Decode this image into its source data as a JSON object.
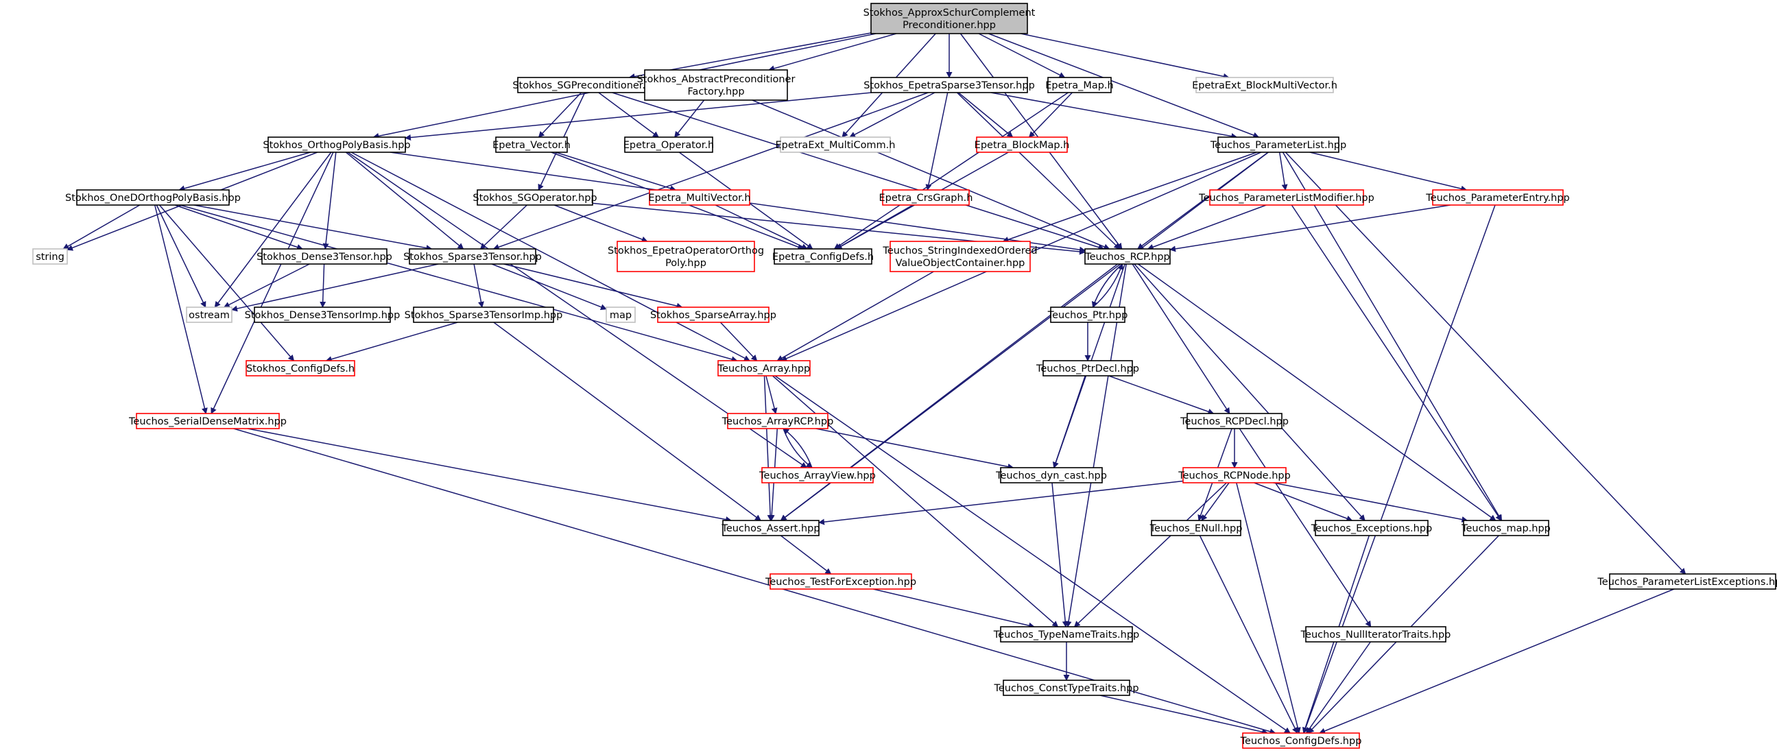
{
  "colors": {
    "edge": "#191970",
    "border_normal": "#000000",
    "border_incomplete": "#ff0000",
    "border_external": "#bfbfbf",
    "root_fill": "#bfbfbf",
    "node_fill": "#ffffff"
  },
  "nodes": [
    {
      "id": "root",
      "lines": [
        "Stokhos_ApproxSchurComplement",
        "Preconditioner.hpp"
      ],
      "kind": "root"
    },
    {
      "id": "sgprec",
      "lines": [
        "Stokhos_SGPreconditioner.hpp"
      ],
      "kind": "normal"
    },
    {
      "id": "abspf",
      "lines": [
        "Stokhos_AbstractPreconditioner",
        "Factory.hpp"
      ],
      "kind": "normal"
    },
    {
      "id": "eps3t",
      "lines": [
        "Stokhos_EpetraSparse3Tensor.hpp"
      ],
      "kind": "normal"
    },
    {
      "id": "epmap",
      "lines": [
        "Epetra_Map.h"
      ],
      "kind": "normal"
    },
    {
      "id": "epbmv",
      "lines": [
        "EpetraExt_BlockMultiVector.h"
      ],
      "kind": "external"
    },
    {
      "id": "opb",
      "lines": [
        "Stokhos_OrthogPolyBasis.hpp"
      ],
      "kind": "normal"
    },
    {
      "id": "epvec",
      "lines": [
        "Epetra_Vector.h"
      ],
      "kind": "normal"
    },
    {
      "id": "epop",
      "lines": [
        "Epetra_Operator.h"
      ],
      "kind": "normal"
    },
    {
      "id": "epmc",
      "lines": [
        "EpetraExt_MultiComm.h"
      ],
      "kind": "external"
    },
    {
      "id": "epbmap",
      "lines": [
        "Epetra_BlockMap.h"
      ],
      "kind": "red"
    },
    {
      "id": "tpl",
      "lines": [
        "Teuchos_ParameterList.hpp"
      ],
      "kind": "normal"
    },
    {
      "id": "oneopb",
      "lines": [
        "Stokhos_OneDOrthogPolyBasis.hpp"
      ],
      "kind": "normal"
    },
    {
      "id": "sgop",
      "lines": [
        "Stokhos_SGOperator.hpp"
      ],
      "kind": "normal"
    },
    {
      "id": "epmv",
      "lines": [
        "Epetra_MultiVector.h"
      ],
      "kind": "red"
    },
    {
      "id": "epcrs",
      "lines": [
        "Epetra_CrsGraph.h"
      ],
      "kind": "red"
    },
    {
      "id": "tplm",
      "lines": [
        "Teuchos_ParameterListModifier.hpp"
      ],
      "kind": "red"
    },
    {
      "id": "tpe",
      "lines": [
        "Teuchos_ParameterEntry.hpp"
      ],
      "kind": "red"
    },
    {
      "id": "string",
      "lines": [
        "string"
      ],
      "kind": "external"
    },
    {
      "id": "d3t",
      "lines": [
        "Stokhos_Dense3Tensor.hpp"
      ],
      "kind": "normal"
    },
    {
      "id": "s3t",
      "lines": [
        "Stokhos_Sparse3Tensor.hpp"
      ],
      "kind": "normal"
    },
    {
      "id": "epoop",
      "lines": [
        "Stokhos_EpetraOperatorOrthog",
        "Poly.hpp"
      ],
      "kind": "red"
    },
    {
      "id": "epcd",
      "lines": [
        "Epetra_ConfigDefs.h"
      ],
      "kind": "normal"
    },
    {
      "id": "tsio",
      "lines": [
        "Teuchos_StringIndexedOrdered",
        "ValueObjectContainer.hpp"
      ],
      "kind": "red"
    },
    {
      "id": "trcp",
      "lines": [
        "Teuchos_RCP.hpp"
      ],
      "kind": "normal"
    },
    {
      "id": "ostream",
      "lines": [
        "ostream"
      ],
      "kind": "external"
    },
    {
      "id": "d3ti",
      "lines": [
        "Stokhos_Dense3TensorImp.hpp"
      ],
      "kind": "normal"
    },
    {
      "id": "s3ti",
      "lines": [
        "Stokhos_Sparse3TensorImp.hpp"
      ],
      "kind": "normal"
    },
    {
      "id": "map",
      "lines": [
        "map"
      ],
      "kind": "external"
    },
    {
      "id": "ssa",
      "lines": [
        "Stokhos_SparseArray.hpp"
      ],
      "kind": "red"
    },
    {
      "id": "tptr",
      "lines": [
        "Teuchos_Ptr.hpp"
      ],
      "kind": "normal"
    },
    {
      "id": "scd",
      "lines": [
        "Stokhos_ConfigDefs.h"
      ],
      "kind": "red"
    },
    {
      "id": "tarr",
      "lines": [
        "Teuchos_Array.hpp"
      ],
      "kind": "red"
    },
    {
      "id": "tptrd",
      "lines": [
        "Teuchos_PtrDecl.hpp"
      ],
      "kind": "normal"
    },
    {
      "id": "tsdm",
      "lines": [
        "Teuchos_SerialDenseMatrix.hpp"
      ],
      "kind": "red"
    },
    {
      "id": "tarcp",
      "lines": [
        "Teuchos_ArrayRCP.hpp"
      ],
      "kind": "red"
    },
    {
      "id": "trcpd",
      "lines": [
        "Teuchos_RCPDecl.hpp"
      ],
      "kind": "normal"
    },
    {
      "id": "tav",
      "lines": [
        "Teuchos_ArrayView.hpp"
      ],
      "kind": "red"
    },
    {
      "id": "tdc",
      "lines": [
        "Teuchos_dyn_cast.hpp"
      ],
      "kind": "normal"
    },
    {
      "id": "trcpn",
      "lines": [
        "Teuchos_RCPNode.hpp"
      ],
      "kind": "red"
    },
    {
      "id": "tas",
      "lines": [
        "Teuchos_Assert.hpp"
      ],
      "kind": "normal"
    },
    {
      "id": "ten",
      "lines": [
        "Teuchos_ENull.hpp"
      ],
      "kind": "normal"
    },
    {
      "id": "texc",
      "lines": [
        "Teuchos_Exceptions.hpp"
      ],
      "kind": "normal"
    },
    {
      "id": "tmap",
      "lines": [
        "Teuchos_map.hpp"
      ],
      "kind": "normal"
    },
    {
      "id": "tplex",
      "lines": [
        "Teuchos_ParameterListExceptions.hpp"
      ],
      "kind": "normal"
    },
    {
      "id": "ttfe",
      "lines": [
        "Teuchos_TestForException.hpp"
      ],
      "kind": "red"
    },
    {
      "id": "tnit",
      "lines": [
        "Teuchos_NullIteratorTraits.hpp"
      ],
      "kind": "normal"
    },
    {
      "id": "ttnt",
      "lines": [
        "Teuchos_TypeNameTraits.hpp"
      ],
      "kind": "normal"
    },
    {
      "id": "tctt",
      "lines": [
        "Teuchos_ConstTypeTraits.hpp"
      ],
      "kind": "normal"
    },
    {
      "id": "tcd",
      "lines": [
        "Teuchos_ConfigDefs.hpp"
      ],
      "kind": "red"
    }
  ],
  "edges": [
    [
      "root",
      "sgprec"
    ],
    [
      "root",
      "abspf"
    ],
    [
      "root",
      "eps3t"
    ],
    [
      "root",
      "epmap"
    ],
    [
      "root",
      "epbmv"
    ],
    [
      "root",
      "opb"
    ],
    [
      "root",
      "epmc"
    ],
    [
      "root",
      "trcp"
    ],
    [
      "root",
      "tpl"
    ],
    [
      "sgprec",
      "epvec"
    ],
    [
      "sgprec",
      "epop"
    ],
    [
      "sgprec",
      "sgop"
    ],
    [
      "sgprec",
      "trcp"
    ],
    [
      "abspf",
      "epop"
    ],
    [
      "abspf",
      "trcp"
    ],
    [
      "eps3t",
      "opb"
    ],
    [
      "eps3t",
      "epmc"
    ],
    [
      "eps3t",
      "epbmap"
    ],
    [
      "eps3t",
      "epcrs"
    ],
    [
      "eps3t",
      "tpl"
    ],
    [
      "eps3t",
      "s3t"
    ],
    [
      "eps3t",
      "trcp"
    ],
    [
      "epmap",
      "epbmap"
    ],
    [
      "epmap",
      "epcd"
    ],
    [
      "opb",
      "oneopb"
    ],
    [
      "opb",
      "string"
    ],
    [
      "opb",
      "ostream"
    ],
    [
      "opb",
      "d3t"
    ],
    [
      "opb",
      "s3t"
    ],
    [
      "opb",
      "tsdm"
    ],
    [
      "opb",
      "tarr"
    ],
    [
      "opb",
      "tav"
    ],
    [
      "opb",
      "trcp"
    ],
    [
      "oneopb",
      "string"
    ],
    [
      "oneopb",
      "ostream"
    ],
    [
      "oneopb",
      "d3t"
    ],
    [
      "oneopb",
      "s3t"
    ],
    [
      "oneopb",
      "tsdm"
    ],
    [
      "oneopb",
      "scd"
    ],
    [
      "oneopb",
      "tarr"
    ],
    [
      "epvec",
      "epmv"
    ],
    [
      "epvec",
      "epcd"
    ],
    [
      "epop",
      "epcd"
    ],
    [
      "epbmap",
      "epcd"
    ],
    [
      "epmv",
      "epcd"
    ],
    [
      "epcrs",
      "epcd"
    ],
    [
      "sgop",
      "s3t"
    ],
    [
      "sgop",
      "epoop"
    ],
    [
      "sgop",
      "trcp"
    ],
    [
      "tpl",
      "tplm"
    ],
    [
      "tpl",
      "tpe"
    ],
    [
      "tpl",
      "tsio"
    ],
    [
      "tpl",
      "trcp"
    ],
    [
      "tpl",
      "tas"
    ],
    [
      "tpl",
      "tarr"
    ],
    [
      "tpl",
      "tmap"
    ],
    [
      "tpl",
      "tplex"
    ],
    [
      "tplm",
      "trcp"
    ],
    [
      "tplm",
      "tmap"
    ],
    [
      "tpe",
      "trcp"
    ],
    [
      "tpe",
      "tcd"
    ],
    [
      "d3t",
      "ostream"
    ],
    [
      "d3t",
      "d3ti"
    ],
    [
      "s3t",
      "ostream"
    ],
    [
      "s3t",
      "map"
    ],
    [
      "s3t",
      "s3ti"
    ],
    [
      "s3t",
      "ssa"
    ],
    [
      "s3ti",
      "scd"
    ],
    [
      "s3ti",
      "tas"
    ],
    [
      "ssa",
      "tarr"
    ],
    [
      "tsio",
      "tarr"
    ],
    [
      "trcp",
      "tptr"
    ],
    [
      "trcp",
      "tdc"
    ],
    [
      "trcp",
      "trcpd"
    ],
    [
      "trcp",
      "tas"
    ],
    [
      "trcp",
      "texc"
    ],
    [
      "trcp",
      "tmap"
    ],
    [
      "trcp",
      "ttnt"
    ],
    [
      "tptr",
      "trcp"
    ],
    [
      "tptr",
      "tptrd"
    ],
    [
      "tptrd",
      "tdc"
    ],
    [
      "tptrd",
      "trcpd"
    ],
    [
      "trcpd",
      "trcpn"
    ],
    [
      "trcpd",
      "ten"
    ],
    [
      "trcpd",
      "tnit"
    ],
    [
      "tarr",
      "tarcp"
    ],
    [
      "tarr",
      "tas"
    ],
    [
      "tarr",
      "ttnt"
    ],
    [
      "tarr",
      "tcd"
    ],
    [
      "tarcp",
      "tav"
    ],
    [
      "tarcp",
      "tas"
    ],
    [
      "tarcp",
      "tdc"
    ],
    [
      "tav",
      "tarcp"
    ],
    [
      "tsdm",
      "tas"
    ],
    [
      "tsdm",
      "tcd"
    ],
    [
      "tdc",
      "ttnt"
    ],
    [
      "trcpn",
      "tas"
    ],
    [
      "trcpn",
      "ten"
    ],
    [
      "trcpn",
      "texc"
    ],
    [
      "trcpn",
      "tmap"
    ],
    [
      "trcpn",
      "ttnt"
    ],
    [
      "trcpn",
      "tcd"
    ],
    [
      "tas",
      "ttfe"
    ],
    [
      "ttfe",
      "ttnt"
    ],
    [
      "ttnt",
      "tctt"
    ],
    [
      "tctt",
      "tcd"
    ],
    [
      "ten",
      "tcd"
    ],
    [
      "texc",
      "tcd"
    ],
    [
      "tmap",
      "tcd"
    ],
    [
      "tnit",
      "tcd"
    ],
    [
      "tplex",
      "tcd"
    ]
  ]
}
